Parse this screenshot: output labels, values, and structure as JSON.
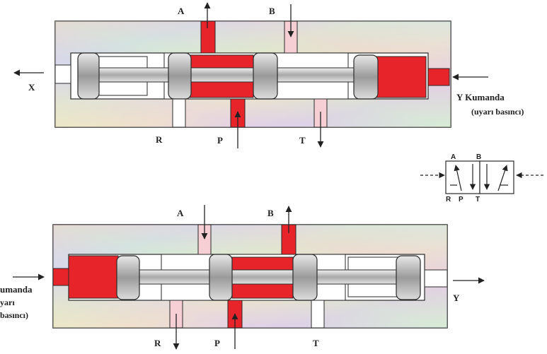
{
  "top_valve": {
    "port_a": "A",
    "port_b": "B",
    "port_r": "R",
    "port_p": "P",
    "port_t": "T",
    "exhaust_x": "X",
    "control_label_line1": "Y Kumanda",
    "control_label_line2": "(uyarı basıncı)"
  },
  "bottom_valve": {
    "port_a": "A",
    "port_b": "B",
    "port_r": "R",
    "port_p": "P",
    "port_t": "T",
    "exhaust_y": "Y",
    "control_label_line1": "umanda",
    "control_label_line2": "yarı",
    "control_label_line3": "basıncı)"
  },
  "symbol": {
    "port_a": "A",
    "port_b": "B",
    "port_r": "R",
    "port_p": "P",
    "port_t": "T"
  },
  "colors": {
    "pressure_red": "#e8242b",
    "piston_gray": "#b8b8b8",
    "outline": "#2a2a2a"
  }
}
